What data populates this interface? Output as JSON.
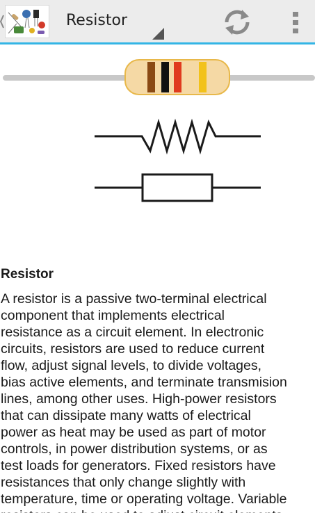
{
  "action_bar": {
    "title": "Resistor",
    "icons": {
      "up": "chevron-left-icon",
      "app": "app-icon",
      "spinner": "dropdown-indicator",
      "refresh": "refresh-icon",
      "overflow": "overflow-menu-icon"
    },
    "accent_color": "#33b5e5"
  },
  "illustration": {
    "parts": [
      "resistor-photo",
      "zigzag-resistor-symbol",
      "box-resistor-symbol"
    ]
  },
  "article": {
    "heading": "Resistor",
    "body": "A resistor is a passive two-terminal electrical\ncomponent that implements electrical\nresistance as a circuit element. In electronic\ncircuits, resistors are used to reduce current\nflow, adjust signal levels, to divide voltages,\nbias active elements, and terminate transmision\nlines, among other uses. High-power resistors\nthat can dissipate many watts of electrical\npower as heat may be used as part of motor\ncontrols, in power distribution systems, or as\ntest loads for generators. Fixed resistors have\nresistances that only change slightly with\ntemperature, time or operating voltage. Variable\nresistors can be used to adjust circuit elements"
  }
}
